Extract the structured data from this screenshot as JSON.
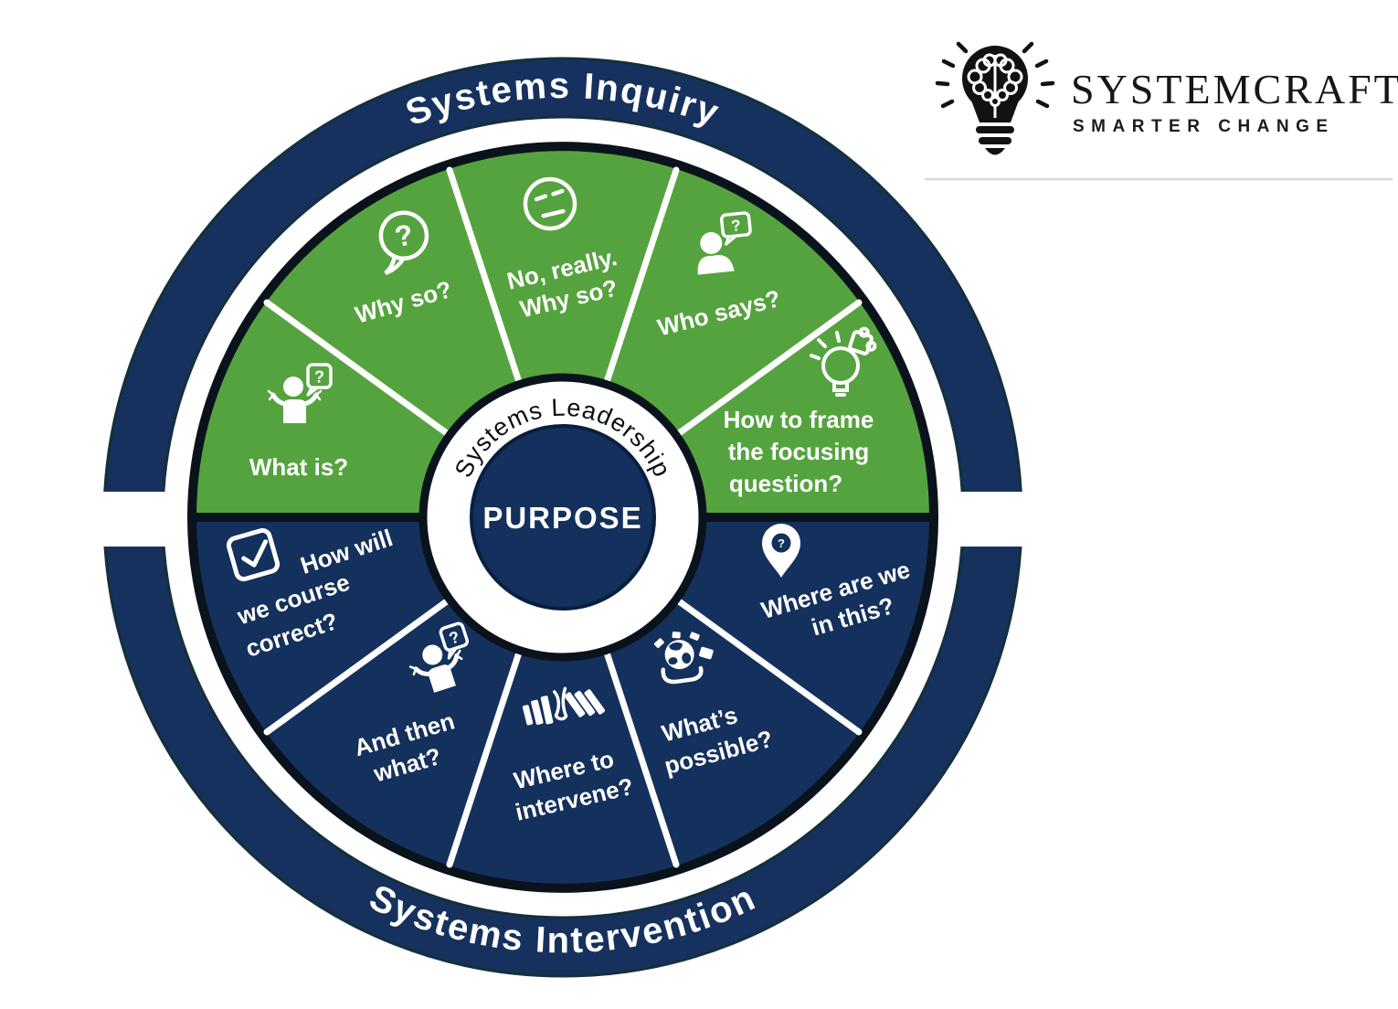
{
  "page": {
    "background": "#FFFFFF"
  },
  "logo": {
    "brand": "SYSTEMCRAFT",
    "tagline": "SMARTER CHANGE",
    "icon": "lightbulb-brain-icon",
    "text_color": "#161616",
    "divider_color": "#D8D8D8"
  },
  "wheel": {
    "outer_ring": {
      "top_label": "Systems Inquiry",
      "bottom_label": "Systems Intervention"
    },
    "center": {
      "ring_label": "Systems Leadership",
      "core_label": "PURPOSE"
    },
    "icons": {
      "question_glyph": "?"
    },
    "colors": {
      "green": "#55A33E",
      "navy": "#14305C",
      "ring_navy": "#16315E",
      "outline": "#0A121C",
      "label_text": "#FFFFFF",
      "leadership_text": "#0B0F14"
    },
    "inquiry_segments": [
      {
        "label": "What is?",
        "lines": [
          "What is?"
        ],
        "icon": "shrug-person-question-icon"
      },
      {
        "label": "Why so?",
        "lines": [
          "Why so?"
        ],
        "icon": "question-speech-bubble-icon"
      },
      {
        "label": "No, really. Why so?",
        "lines": [
          "No, really.",
          "Why so?"
        ],
        "icon": "unamused-face-icon"
      },
      {
        "label": "Who says?",
        "lines": [
          "Who says?"
        ],
        "icon": "person-question-bubble-icon"
      },
      {
        "label": "How to frame the focusing question?",
        "lines": [
          "How to frame",
          "the focusing",
          "question?"
        ],
        "icon": "lightbulb-puzzle-icon"
      }
    ],
    "intervention_segments": [
      {
        "label": "How will we course correct?",
        "lines": [
          "How will",
          "we course",
          "correct?"
        ],
        "icon": "checkbox-check-icon"
      },
      {
        "label": "And then what?",
        "lines": [
          "And then",
          "what?"
        ],
        "icon": "shrug-person-question-icon"
      },
      {
        "label": "Where to intervene?",
        "lines": [
          "Where to",
          "intervene?"
        ],
        "icon": "dominoes-hand-icon"
      },
      {
        "label": "What’s possible?",
        "lines": [
          "What’s",
          "possible?"
        ],
        "icon": "globe-in-hand-icon"
      },
      {
        "label": "Where are we in this?",
        "lines": [
          "Where are we",
          "in this?"
        ],
        "icon": "map-pin-question-icon"
      }
    ]
  }
}
